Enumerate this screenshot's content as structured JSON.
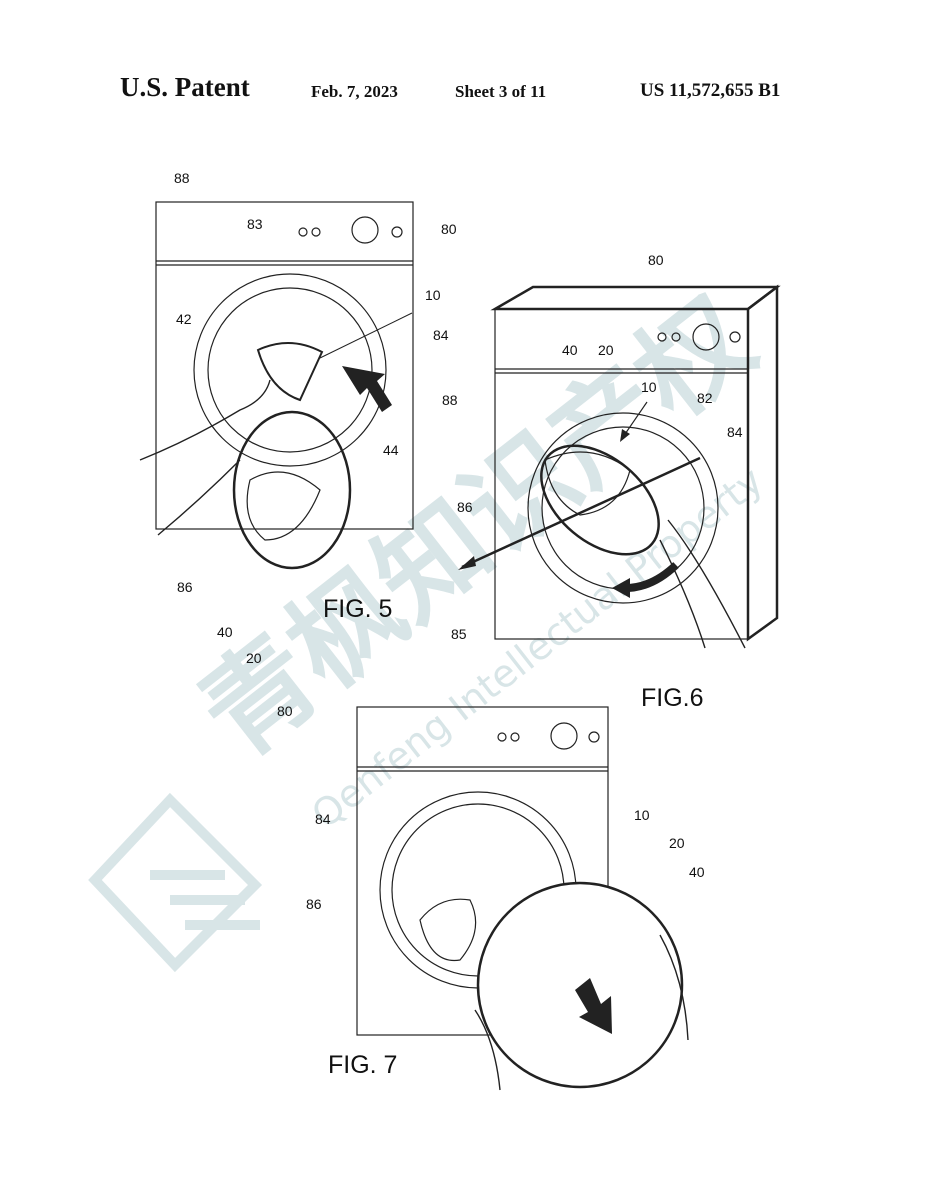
{
  "header": {
    "title": "U.S. Patent",
    "date": "Feb. 7, 2023",
    "sheet": "Sheet 3 of 11",
    "patent_number": "US 11,572,655 B1"
  },
  "figures": {
    "fig5": {
      "label": "FIG. 5",
      "refs": {
        "r88": "88",
        "r83": "83",
        "r80": "80",
        "r10": "10",
        "r42": "42",
        "r84": "84",
        "r44": "44",
        "r86": "86",
        "r40": "40",
        "r20": "20"
      }
    },
    "fig6": {
      "label": "FIG.6",
      "refs": {
        "r80": "80",
        "r40": "40",
        "r20": "20",
        "r10": "10",
        "r82": "82",
        "r88": "88",
        "r84": "84",
        "r86": "86",
        "r85": "85"
      }
    },
    "fig7": {
      "label": "FIG. 7",
      "refs": {
        "r80": "80",
        "r84": "84",
        "r10": "10",
        "r20": "20",
        "r40": "40",
        "r86": "86"
      }
    }
  },
  "watermark": {
    "cn_text": "青枫知识产权",
    "en_text": "Qenfeng Intellectual Property",
    "color": "#b8cfd3"
  }
}
